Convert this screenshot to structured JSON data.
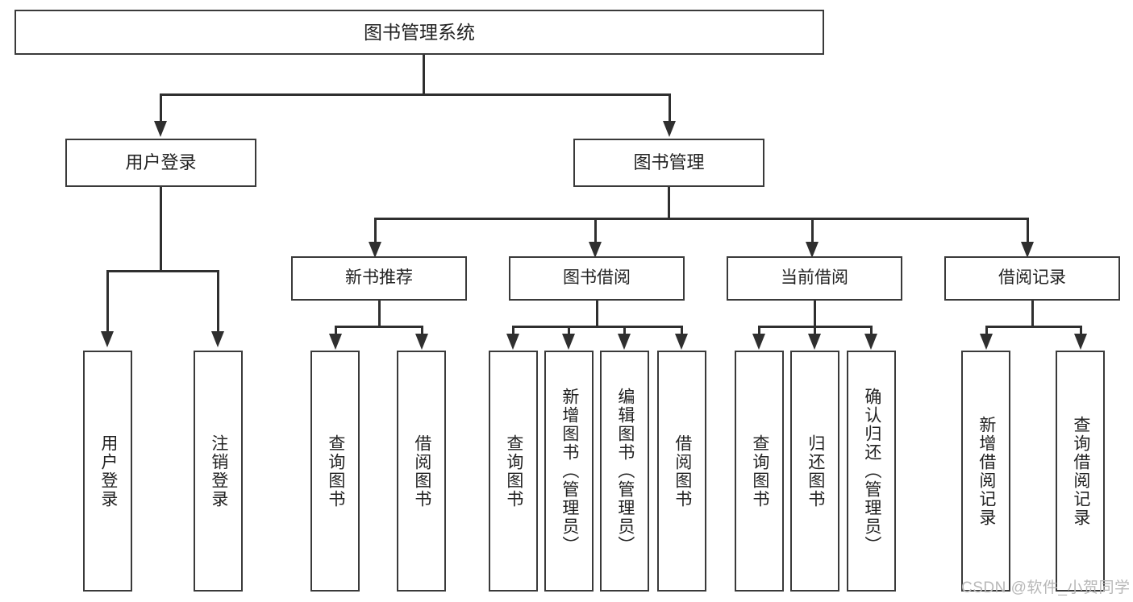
{
  "diagram": {
    "title": "图书管理系统",
    "root": {
      "label": "图书管理系统"
    },
    "level1": [
      {
        "label": "用户登录"
      },
      {
        "label": "图书管理"
      }
    ],
    "level2": [
      {
        "label": "新书推荐"
      },
      {
        "label": "图书借阅"
      },
      {
        "label": "当前借阅"
      },
      {
        "label": "借阅记录"
      }
    ],
    "leaves": {
      "user_login": [
        {
          "label": "用户登录"
        },
        {
          "label": "注销登录"
        }
      ],
      "new_book_recommend": [
        {
          "label": "查询图书"
        },
        {
          "label": "借阅图书"
        }
      ],
      "book_borrow": [
        {
          "label": "查询图书"
        },
        {
          "label": "新增图书（管理员）"
        },
        {
          "label": "编辑图书（管理员）"
        },
        {
          "label": "借阅图书"
        }
      ],
      "current_borrow": [
        {
          "label": "查询图书"
        },
        {
          "label": "归还图书"
        },
        {
          "label": "确认归还（管理员）"
        }
      ],
      "borrow_record": [
        {
          "label": "新增借阅记录"
        },
        {
          "label": "查询借阅记录"
        }
      ]
    }
  },
  "watermark": {
    "text": "CSDN @软件_小贺同学"
  },
  "colors": {
    "stroke": "#3a3a3a",
    "edge": "#2f2f2f",
    "background": "#ffffff",
    "watermark": "#b8b8b8"
  }
}
